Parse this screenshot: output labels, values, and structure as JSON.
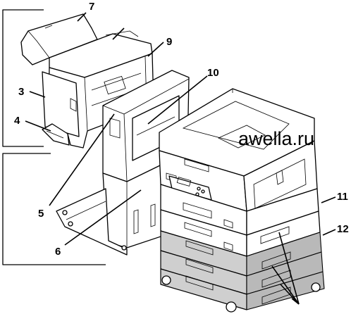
{
  "callouts": {
    "c3": "3",
    "c4": "4",
    "c5": "5",
    "c6": "6",
    "c7": "7",
    "c9": "9",
    "c10": "10",
    "c11": "11",
    "c12": "12"
  },
  "watermark": "awella.ru",
  "colors": {
    "line": "#000000",
    "background": "#ffffff",
    "tray_shade": "#cfcfcf"
  }
}
